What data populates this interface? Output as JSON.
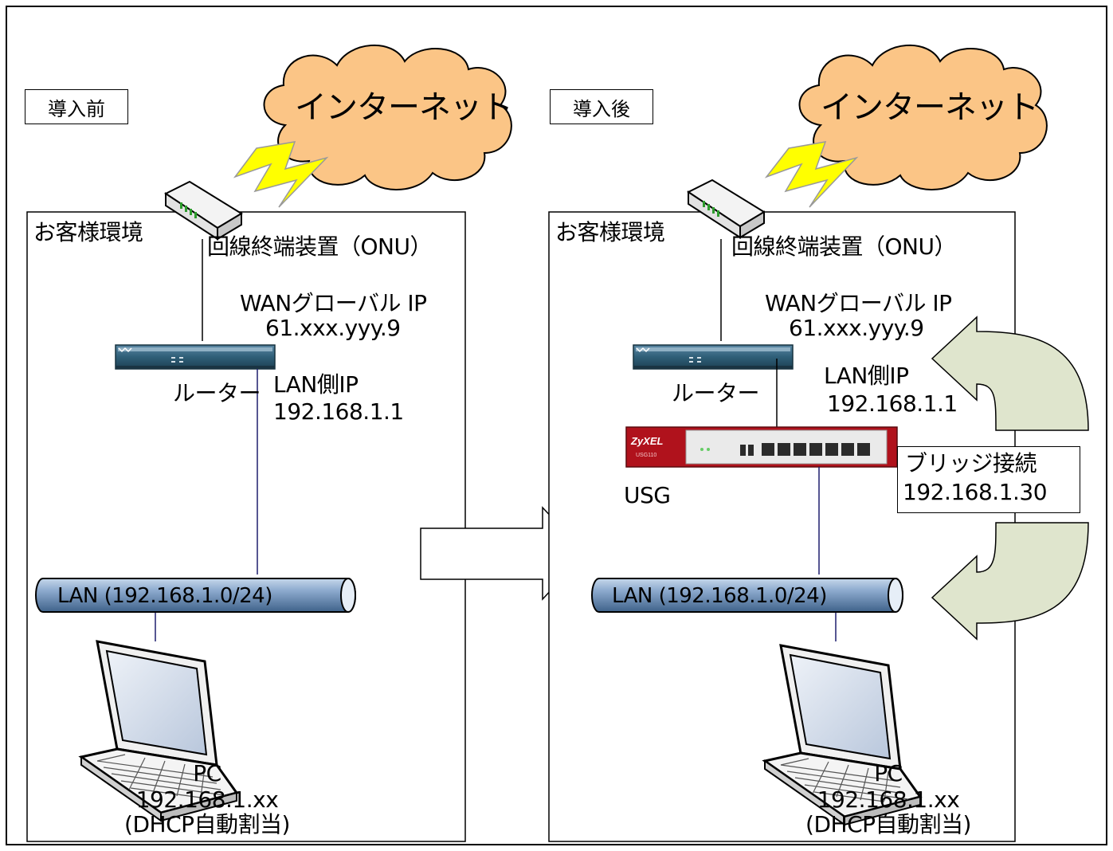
{
  "before": {
    "tag": "導入前",
    "cloud": "インターネット",
    "area": "お客様環境",
    "onu": "回線終端装置（ONU）",
    "wan_label": "WANグローバル IP",
    "wan_ip": "61.xxx.yyy.9",
    "router": "ルーター",
    "lan_side_label": "LAN側IP",
    "lan_side_ip": "192.168.1.1",
    "lan": "LAN (192.168.1.0/24)",
    "pc": "PC",
    "pc_ip": "192.168.1.xx",
    "pc_note": "(DHCP自動割当)"
  },
  "after": {
    "tag": "導入後",
    "cloud": "インターネット",
    "area": "お客様環境",
    "onu": "回線終端装置（ONU）",
    "wan_label": "WANグローバル IP",
    "wan_ip": "61.xxx.yyy.9",
    "router": "ルーター",
    "lan_side_label": "LAN側IP",
    "lan_side_ip": "192.168.1.1",
    "usg": "USG",
    "usg_brand": "ZyXEL",
    "usg_model": "USG110",
    "bridge_label": "ブリッジ接続",
    "bridge_ip": "192.168.1.30",
    "lan": "LAN (192.168.1.0/24)",
    "pc": "PC",
    "pc_ip": "192.168.1.xx",
    "pc_note": "(DHCP自動割当)"
  },
  "colors": {
    "cloud_fill": "#fbc586",
    "lightning": "#ffff00",
    "router_body": "#2f5f78",
    "lan_pipe": "#7d9fc6",
    "usg_red": "#b0121c",
    "curved_arrow": "#dfe5cd"
  }
}
